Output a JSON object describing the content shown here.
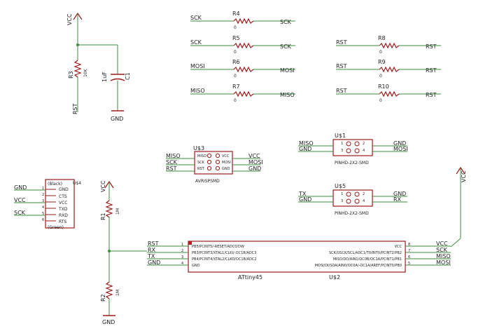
{
  "colors": {
    "wire": "#3e8e3e",
    "part": "#9b1b1b",
    "pad": "#b91f1f",
    "text": "#222222"
  },
  "power": {
    "vcc": "VCC",
    "gnd": "GND"
  },
  "net": {
    "rst": "RST",
    "sck": "SCK",
    "mosi": "MOSI",
    "miso": "MISO",
    "rx": "RX",
    "tx": "TX",
    "vcc": "VCC",
    "gnd": "GND"
  },
  "r3": {
    "name": "R3",
    "value": "10K"
  },
  "c1": {
    "name": "C1",
    "value": "1uF"
  },
  "series_resistors": [
    {
      "name": "R4",
      "value": "0",
      "left": "SCK",
      "right": "SCK"
    },
    {
      "name": "R5",
      "value": "0",
      "left": "SCK",
      "right": "SCK"
    },
    {
      "name": "R6",
      "value": "0",
      "left": "MOSI",
      "right": "MOSI"
    },
    {
      "name": "R7",
      "value": "0",
      "left": "MISO",
      "right": "MISO"
    },
    {
      "name": "R8",
      "value": "0",
      "left": "RST",
      "right": "RST"
    },
    {
      "name": "R9",
      "value": "0",
      "left": "RST",
      "right": "RST"
    },
    {
      "name": "R10",
      "value": "0",
      "left": "RST",
      "right": "RST"
    }
  ],
  "u3": {
    "name": "U$3",
    "value": "AVRISPSMD",
    "pins_left": [
      "MISO",
      "SCK",
      "RST"
    ],
    "pins_right": [
      "VCC",
      "MOSI",
      "GND"
    ],
    "nets_left": [
      "MISO",
      "SCK",
      "RST"
    ],
    "nets_right": [
      "VCC",
      "MOSI",
      "GND"
    ]
  },
  "u1": {
    "name": "U$1",
    "value": "PINHD-2X2-SMD",
    "pins": [
      "1",
      "2",
      "3",
      "4"
    ],
    "nets_left": [
      "MISO",
      "GND"
    ],
    "nets_right": [
      "GND",
      "MOSI"
    ]
  },
  "u5": {
    "name": "U$5",
    "value": "PINHD-2X2-SMD",
    "pins": [
      "1",
      "2",
      "3",
      "4"
    ],
    "nets_left": [
      "TX",
      "GND"
    ],
    "nets_right": [
      "GND",
      "RX"
    ]
  },
  "u4": {
    "name": "U$4",
    "top": "(Black)",
    "bottom": "(Green)",
    "pins": [
      "GND",
      "CTS",
      "VCC",
      "TXD",
      "RXD",
      "RTS"
    ],
    "pin_numbers": [
      "1",
      "2",
      "3",
      "4",
      "5",
      "6"
    ],
    "nets": [
      "GND",
      "VCC",
      "SCK"
    ]
  },
  "r1": {
    "name": "R1",
    "value": "1M"
  },
  "r2": {
    "name": "R2",
    "value": "1M"
  },
  "u2": {
    "name": "U$2",
    "value": "ATtiny45",
    "left_pins": [
      {
        "num": "1",
        "label": "PB5/PCINT5/-RESET/ADC0/DW",
        "net": "RST"
      },
      {
        "num": "2",
        "label": "PB3/PCINT3/XTAL1/CLKI/-OC1B/ADC3",
        "net": "RX"
      },
      {
        "num": "3",
        "label": "PB4/PCINT4/XTAL2/CLKO/OC1B/ADC2",
        "net": "TX"
      },
      {
        "num": "4",
        "label": "GND",
        "net": "GND"
      }
    ],
    "right_pins": [
      {
        "num": "8",
        "label": "VCC",
        "net": "VCC"
      },
      {
        "num": "7",
        "label": "SCK/USCK/SCL/ADC1/T0/INT0/PCINT2/PB2",
        "net": "SCK"
      },
      {
        "num": "6",
        "label": "MISO/DO/AIN1/OC0B/OC1A/PCINT1/PB1",
        "net": "MISO"
      },
      {
        "num": "5",
        "label": "MOSI/DI/SDA/AIN0/OC0A/-OC1A/AREF/PCINT0/PB0",
        "net": "MOSI"
      }
    ]
  }
}
